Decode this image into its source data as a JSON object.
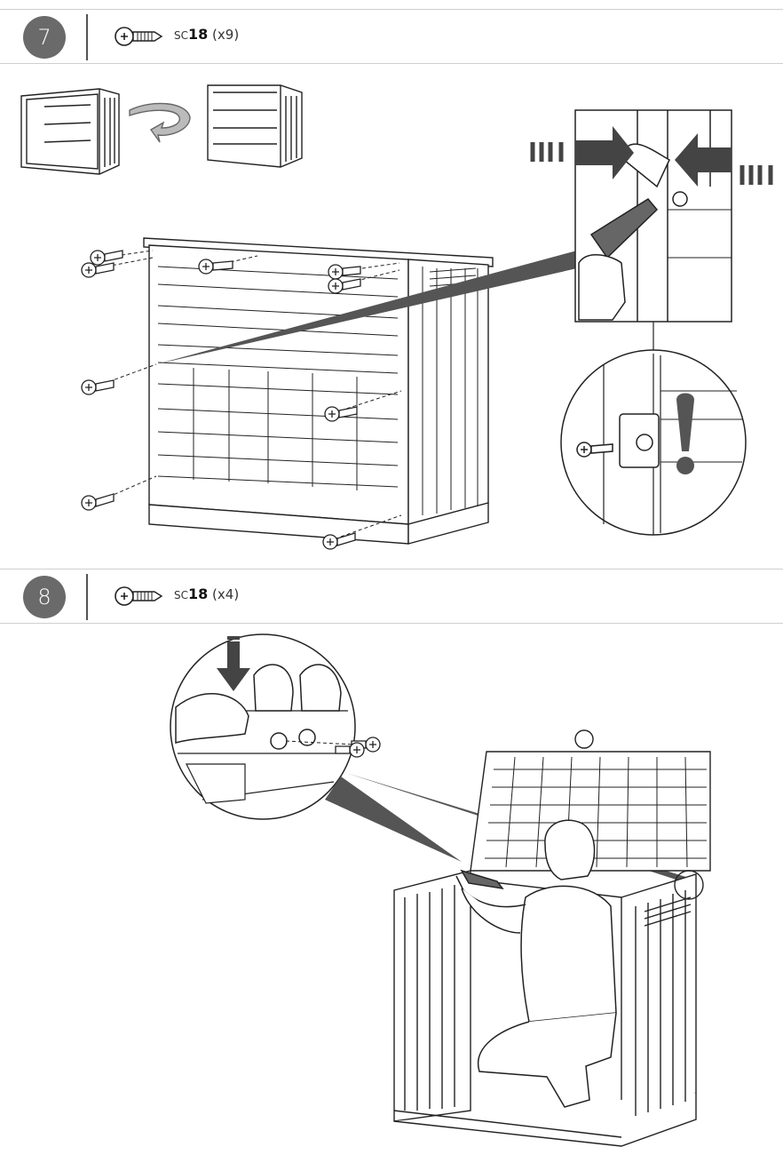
{
  "steps": [
    {
      "number": "7",
      "part_prefix": "SC",
      "part_number": "18",
      "quantity": "(x9)",
      "icon": "screw-icon",
      "illustration": "shed-back-panel-screwing"
    },
    {
      "number": "8",
      "part_prefix": "SC",
      "part_number": "18",
      "quantity": "(x4)",
      "icon": "screw-icon",
      "illustration": "shed-lid-hinge-screwing"
    }
  ],
  "colors": {
    "badge": "#6a6a6a",
    "rule": "#cfcfcf",
    "line": "#222222",
    "arrow": "#444444"
  }
}
